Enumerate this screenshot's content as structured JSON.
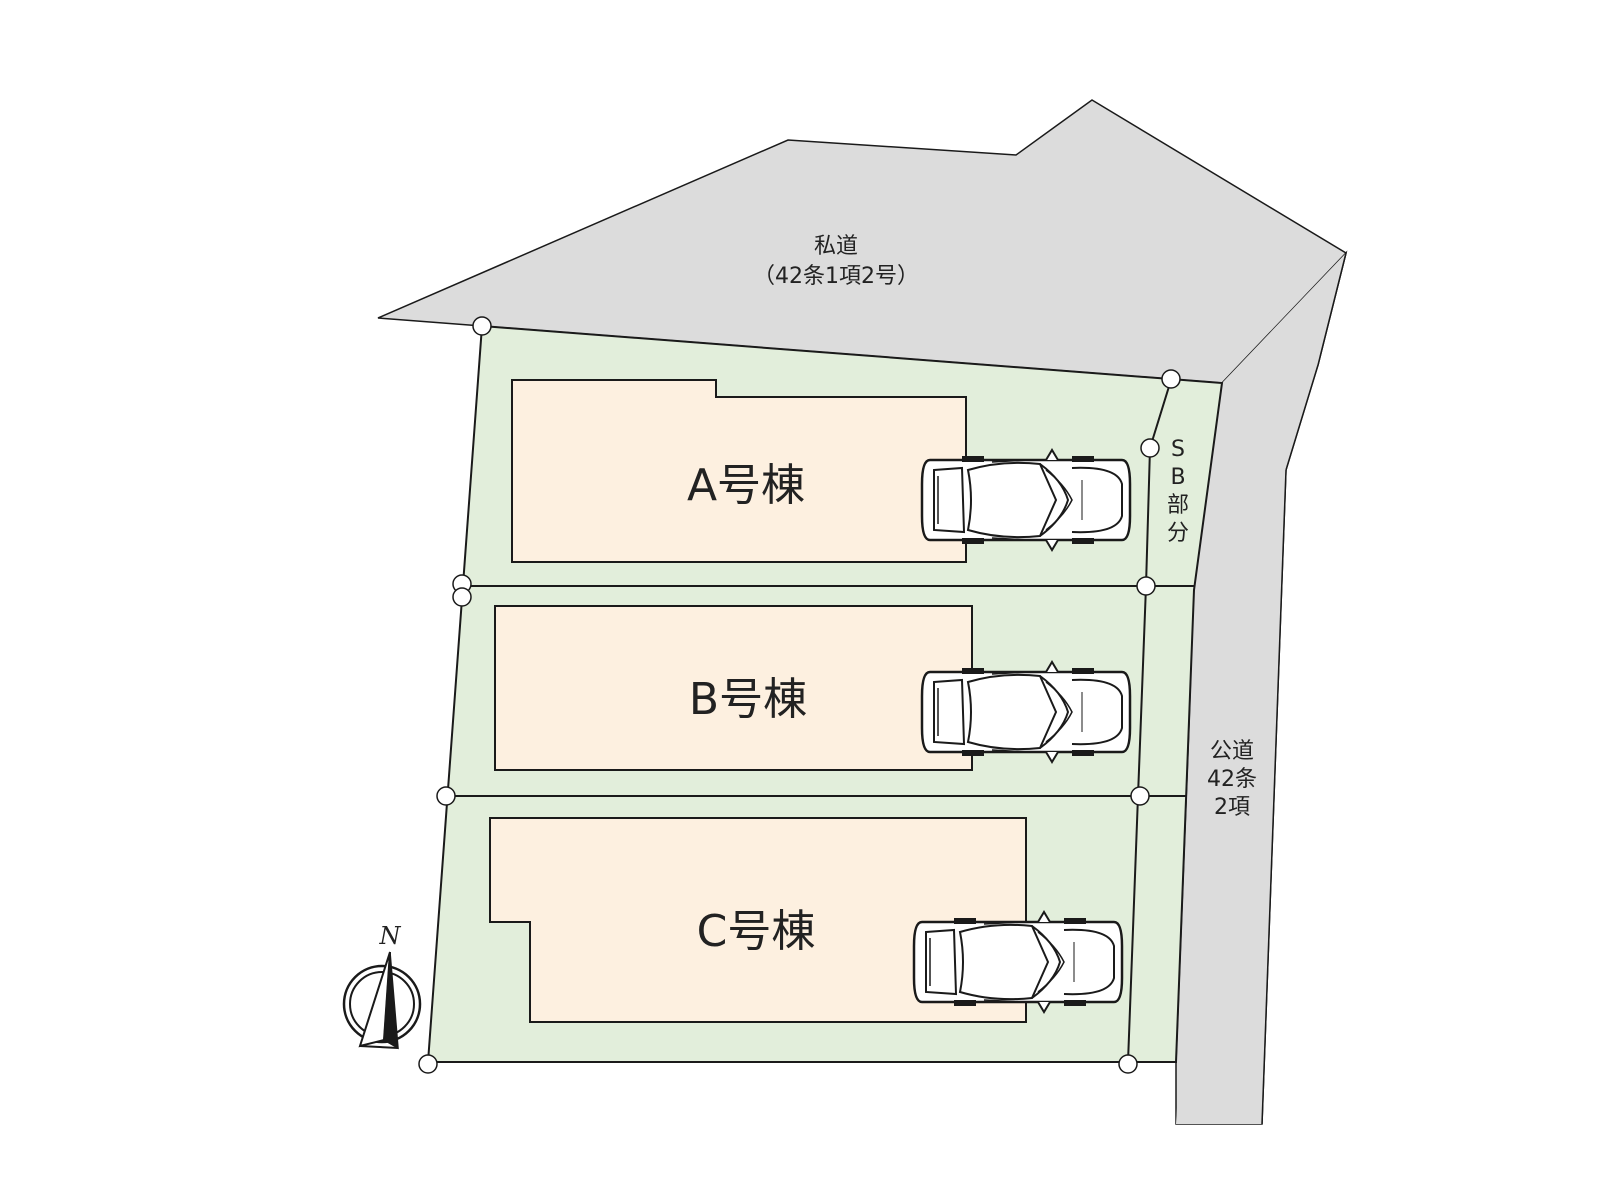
{
  "private_road": {
    "name": "私道",
    "detail": "（42条1項2号）"
  },
  "public_road": {
    "line1": "公道",
    "line2": "42条",
    "line3": "2項"
  },
  "setback": {
    "chars": [
      "S",
      "B",
      "部",
      "分"
    ]
  },
  "buildings": {
    "a": "A号棟",
    "b": "B号棟",
    "c": "C号棟"
  },
  "compass": {
    "north": "N"
  },
  "colors": {
    "road": "#dcdcdc",
    "lot": "#e2eedb",
    "building": "#fdf0e0",
    "line": "#1a1a1a"
  }
}
